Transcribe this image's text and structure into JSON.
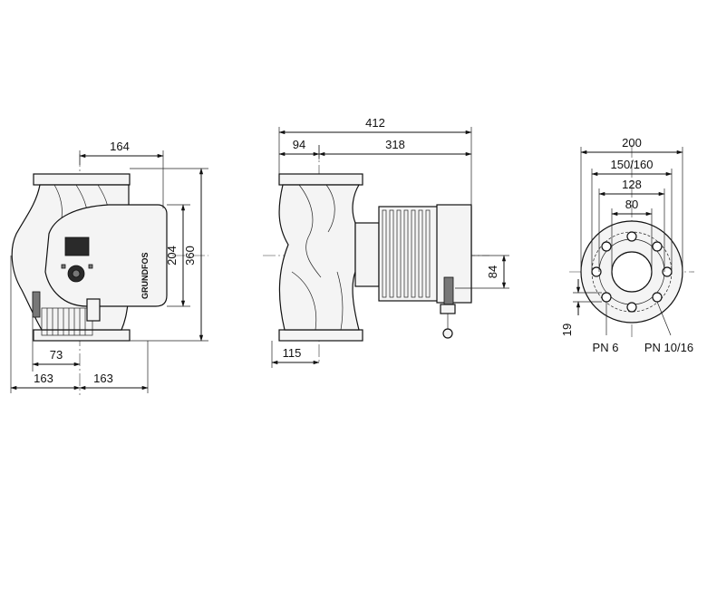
{
  "views": {
    "front": {
      "width_top": "164",
      "height_inner": "204",
      "height_total": "360",
      "left_offset": "73",
      "half_left": "163",
      "half_right": "163",
      "logo_text": "GRUNDFOS"
    },
    "side": {
      "length_total": "412",
      "flange_offset": "94",
      "motor_length": "318",
      "motor_axis_height": "84",
      "flange_width": "115"
    },
    "flange": {
      "outer_diameter": "200",
      "bolt_circle": "150/160",
      "raised_face": "128",
      "bore": "80",
      "bolt_hole": "19",
      "pn_low": "PN 6",
      "pn_high": "PN 10/16"
    }
  }
}
